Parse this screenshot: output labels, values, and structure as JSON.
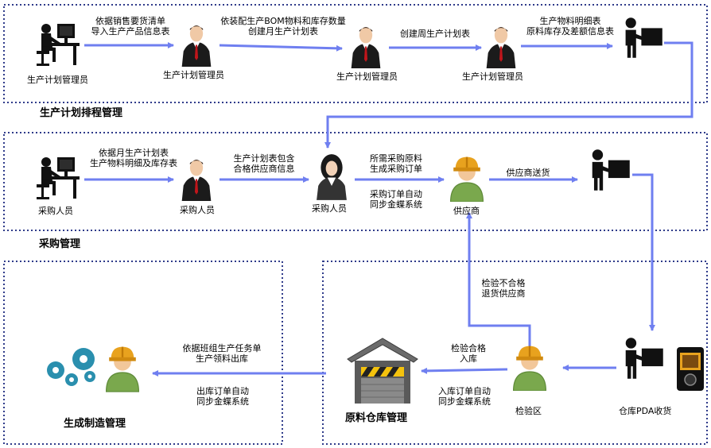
{
  "sections": {
    "planning": "生产计划排程管理",
    "procurement": "采购管理",
    "manufacturing": "生成制造管理",
    "warehouse": "原料仓库管理"
  },
  "actors": {
    "planner1": "生产计划管理员",
    "planner2": "生产计划管理员",
    "planner3": "生产计划管理员",
    "planner4": "生产计划管理员",
    "purchaser1": "采购人员",
    "purchaser2": "采购人员",
    "purchaser3": "采购人员",
    "supplier": "供应商",
    "inspection": "检验区",
    "pda": "仓库PDA收货"
  },
  "flows": {
    "f1a": "依据销售要货清单",
    "f1b": "导入生产产品信息表",
    "f2a": "依装配生产BOM物料和库存数量",
    "f2b": "创建月生产计划表",
    "f3": "创建周生产计划表",
    "f4a": "生产物料明细表",
    "f4b": "原料库存及差额信息表",
    "p1a": "依据月生产计划表",
    "p1b": "生产物料明细及库存表",
    "p2a": "生产计划表包含",
    "p2b": "合格供应商信息",
    "p3a": "所需采购原料",
    "p3b": "生成采购订单",
    "p4a": "采购订单自动",
    "p4b": "同步金蝶系统",
    "p5": "供应商送货",
    "w1a": "检验不合格",
    "w1b": "退货供应商",
    "w2a": "检验合格",
    "w2b": "入库",
    "w3a": "入库订单自动",
    "w3b": "同步金蝶系统",
    "m1a": "依据班组生产任务单",
    "m1b": "生产领料出库",
    "m2a": "出库订单自动",
    "m2b": "同步金蝶系统"
  },
  "colors": {
    "arrow": "#6f7ff0",
    "border": "#2f3b8a",
    "tie": "#c0151b",
    "worker": "#7aa84d",
    "helmet": "#e8a21e"
  }
}
